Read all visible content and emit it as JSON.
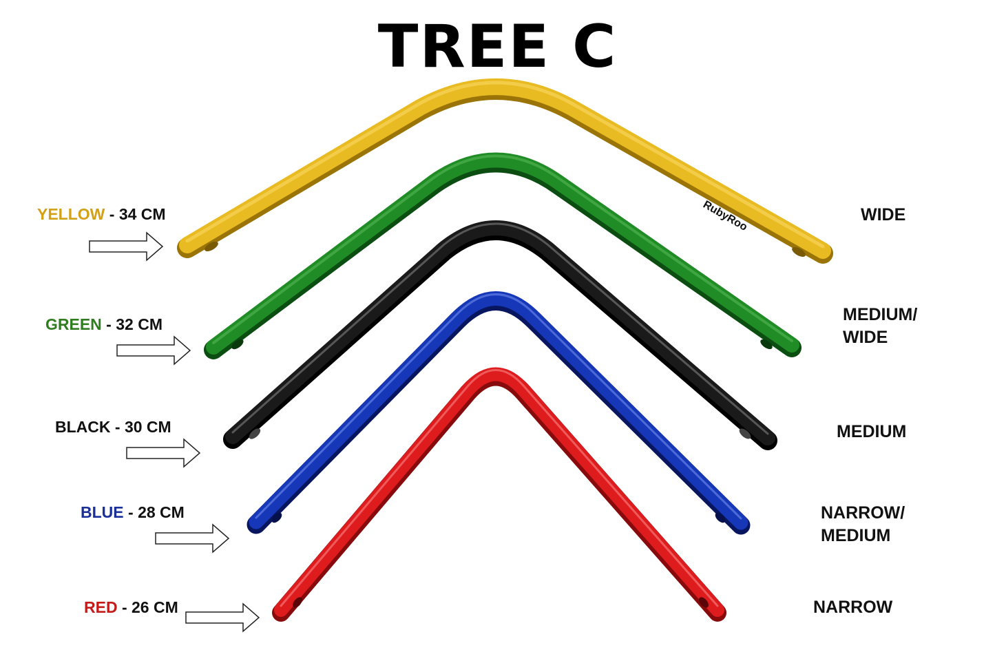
{
  "title": "TREE C",
  "brand": "RubyRoo",
  "gullets": [
    {
      "color_name": "YELLOW",
      "length": " - 34 CM",
      "size": "WIDE",
      "size2": "",
      "color": "#e6b81e",
      "dark": "#a27b08"
    },
    {
      "color_name": "GREEN",
      "length": " - 32 CM",
      "size": "MEDIUM/",
      "size2": "WIDE",
      "color": "#1e8a24",
      "dark": "#0d5212"
    },
    {
      "color_name": "BLACK",
      "length": " - 30 CM",
      "size": "MEDIUM",
      "size2": "",
      "color": "#161616",
      "dark": "#000000"
    },
    {
      "color_name": "BLUE",
      "length": " - 28 CM",
      "size": "NARROW/",
      "size2": "MEDIUM",
      "color": "#1536b6",
      "dark": "#0a1a70"
    },
    {
      "color_name": "RED",
      "length": " - 26 CM",
      "size": "NARROW",
      "size2": "",
      "color": "#d8191b",
      "dark": "#8c0a0c"
    }
  ],
  "label_colors": {
    "yellow": "#d4a017",
    "green": "#2f7d1f",
    "black": "#111111",
    "blue": "#1a2f9a",
    "red": "#c41a1a"
  }
}
